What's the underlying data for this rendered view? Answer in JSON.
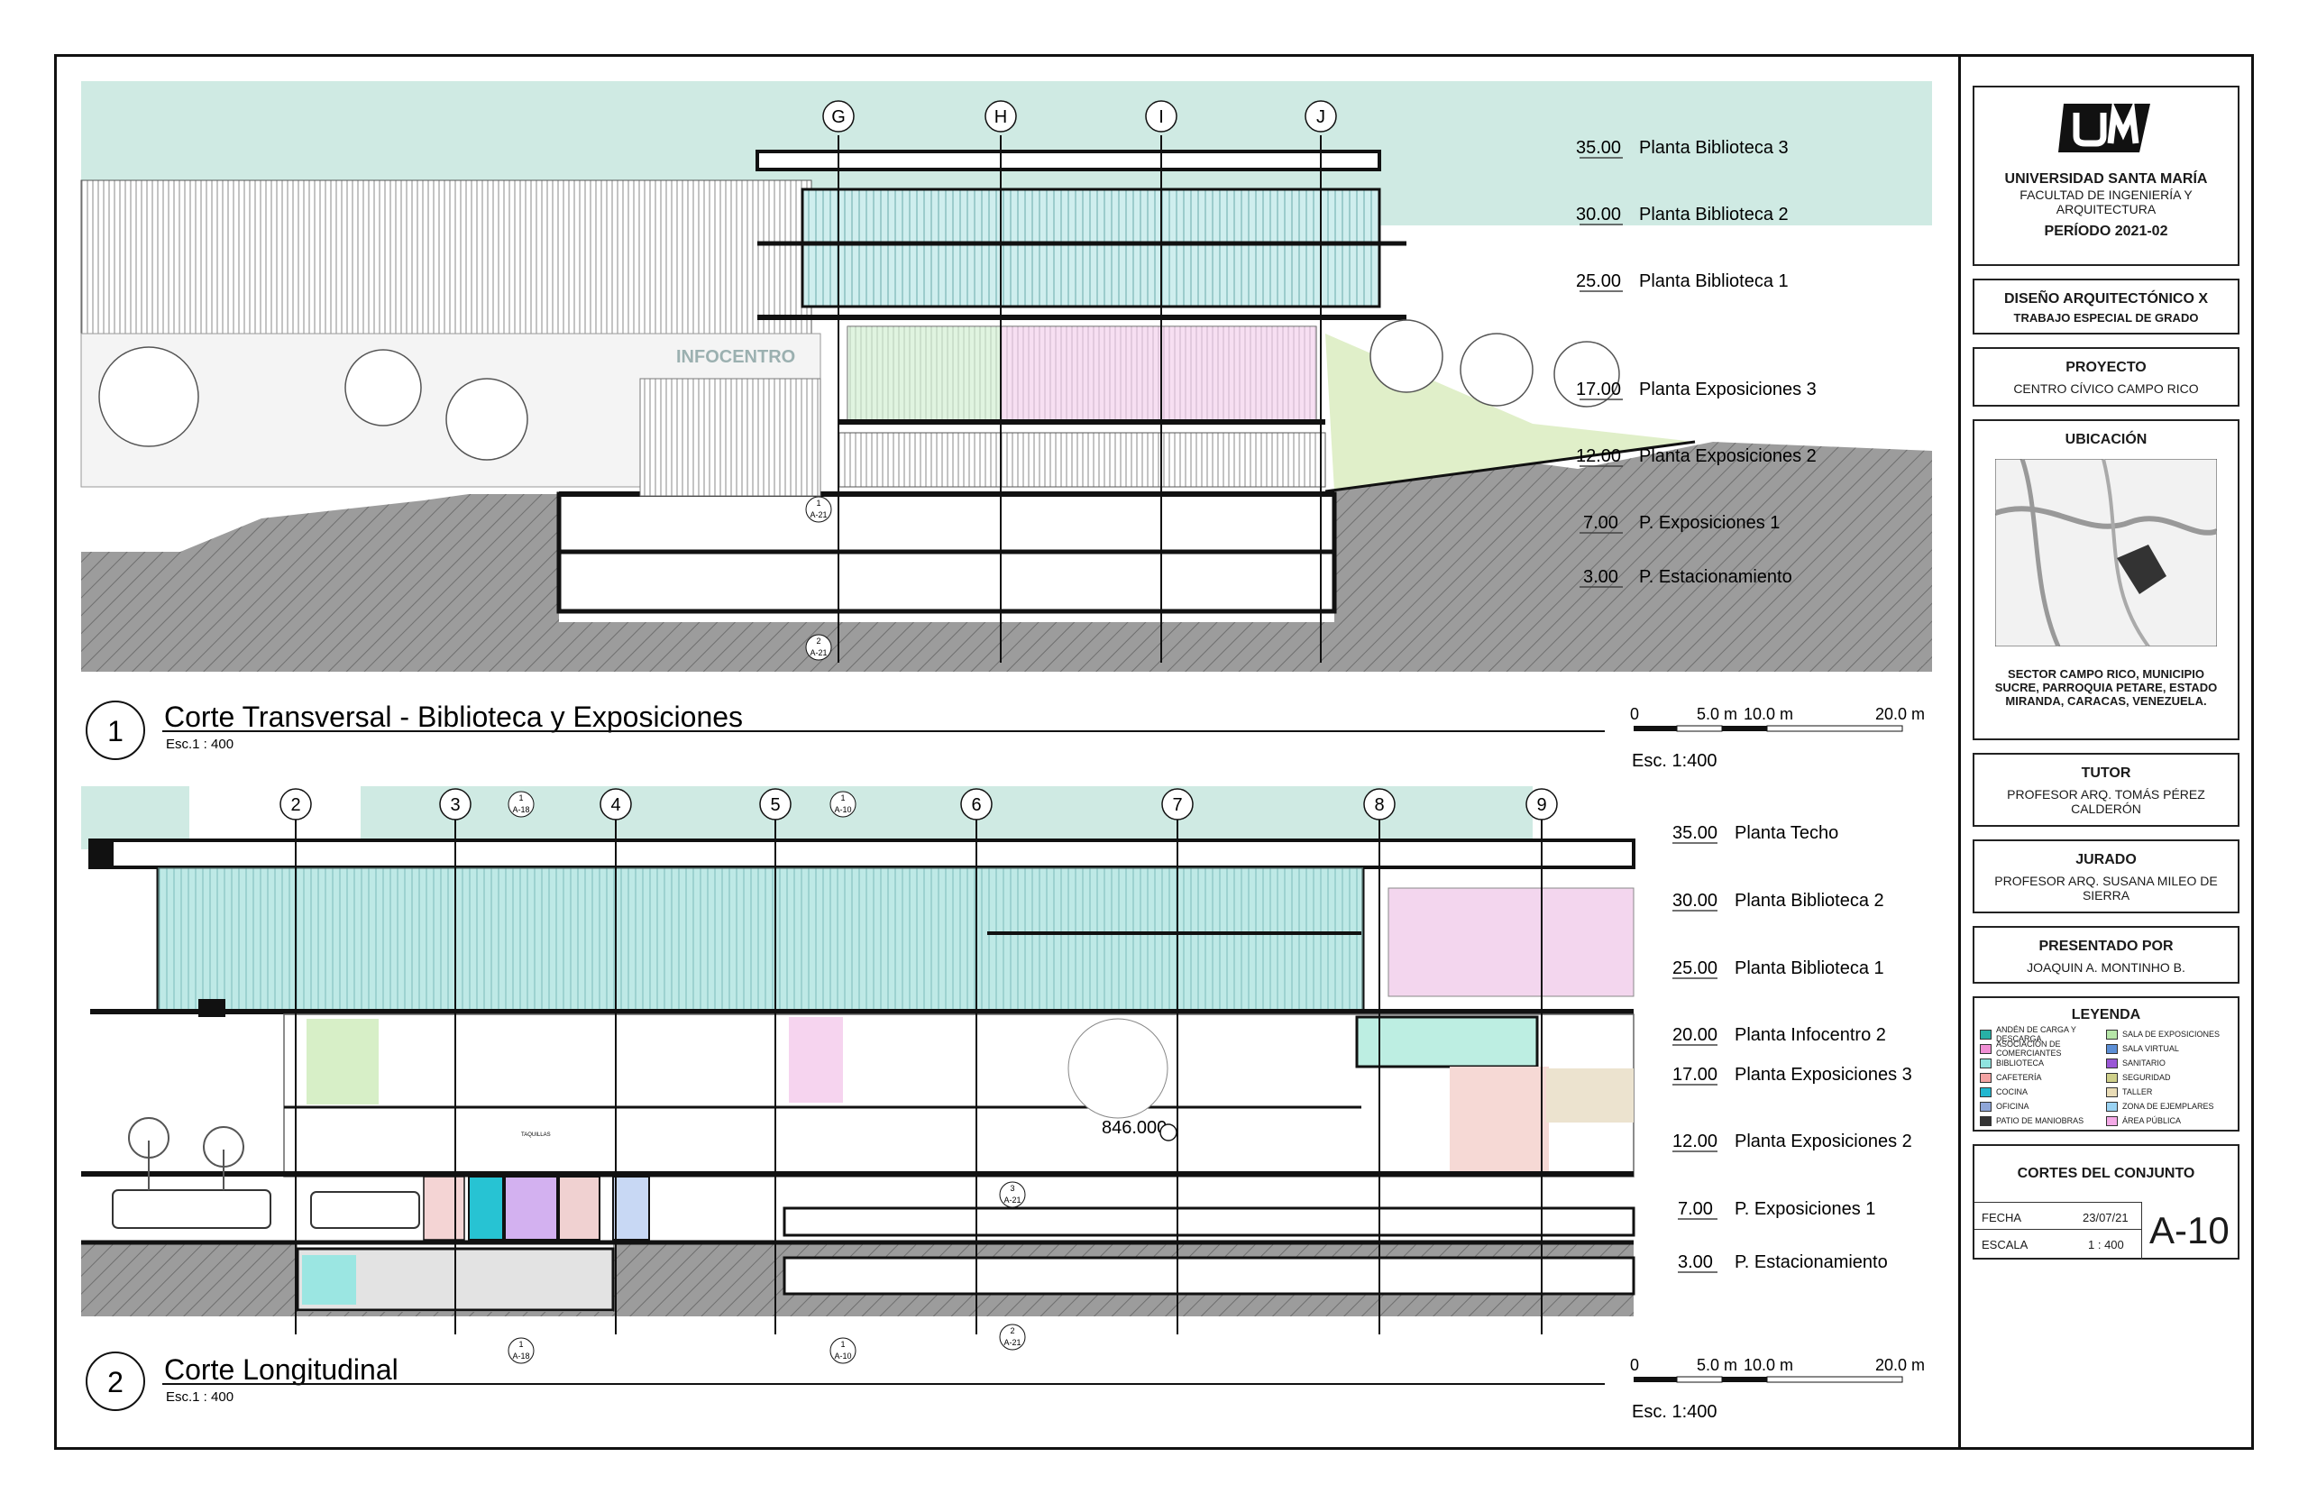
{
  "section1": {
    "number": "1",
    "title": "Corte Transversal - Biblioteca y Exposiciones",
    "scale": "Esc.1 : 400",
    "building_label": "INFOCENTRO",
    "axes": [
      "G",
      "H",
      "I",
      "J"
    ],
    "levels": [
      {
        "value": "35.00",
        "name": "Planta Biblioteca 3"
      },
      {
        "value": "30.00",
        "name": "Planta Biblioteca 2"
      },
      {
        "value": "25.00",
        "name": "Planta Biblioteca 1"
      },
      {
        "value": "17.00",
        "name": "Planta Exposiciones 3"
      },
      {
        "value": "12.00",
        "name": "Planta Exposiciones 2"
      },
      {
        "value": "7.00",
        "name": "P. Exposiciones 1"
      },
      {
        "value": "3.00",
        "name": "P. Estacionamiento"
      }
    ],
    "scale_bar": {
      "ticks": [
        "0",
        "5.0 m",
        "10.0 m",
        "20.0 m"
      ],
      "caption": "Esc. 1:400"
    },
    "refs": [
      {
        "n": "1",
        "sheet": "A-21"
      },
      {
        "n": "2",
        "sheet": "A-21"
      }
    ]
  },
  "section2": {
    "number": "2",
    "title": "Corte Longitudinal",
    "scale": "Esc.1 : 400",
    "axes": [
      "2",
      "3",
      "4",
      "5",
      "6",
      "7",
      "8",
      "9"
    ],
    "spot_elevation": "846.000",
    "sign_label": "TAQUILLAS",
    "levels": [
      {
        "value": "35.00",
        "name": "Planta Techo"
      },
      {
        "value": "30.00",
        "name": "Planta Biblioteca 2"
      },
      {
        "value": "25.00",
        "name": "Planta Biblioteca 1"
      },
      {
        "value": "20.00",
        "name": "Planta Infocentro 2"
      },
      {
        "value": "17.00",
        "name": "Planta Exposiciones 3"
      },
      {
        "value": "12.00",
        "name": "Planta Exposiciones 2"
      },
      {
        "value": "7.00",
        "name": "P. Exposiciones 1"
      },
      {
        "value": "3.00",
        "name": "P. Estacionamiento"
      }
    ],
    "scale_bar": {
      "ticks": [
        "0",
        "5.0 m",
        "10.0 m",
        "20.0 m"
      ],
      "caption": "Esc. 1:400"
    },
    "refs": [
      {
        "n": "1",
        "sheet": "A-18"
      },
      {
        "n": "1",
        "sheet": "A-10"
      },
      {
        "n": "3",
        "sheet": "A-21"
      },
      {
        "n": "2",
        "sheet": "A-21"
      }
    ]
  },
  "titleblock": {
    "university": "UNIVERSIDAD SANTA MARÍA",
    "faculty": "FACULTAD DE INGENIERÍA Y ARQUITECTURA",
    "period": "PERÍODO 2021-02",
    "course": "DISEÑO ARQUITECTÓNICO X",
    "course_sub": "TRABAJO ESPECIAL DE GRADO",
    "project_label": "PROYECTO",
    "project": "CENTRO CÍVICO CAMPO RICO",
    "location_label": "UBICACIÓN",
    "location": "SECTOR CAMPO RICO, MUNICIPIO SUCRE, PARROQUIA PETARE, ESTADO MIRANDA, CARACAS, VENEZUELA.",
    "tutor_label": "TUTOR",
    "tutor": "PROFESOR ARQ. TOMÁS PÉREZ CALDERÓN",
    "jury_label": "JURADO",
    "jury": "PROFESOR ARQ. SUSANA MILEO DE SIERRA",
    "presented_label": "PRESENTADO POR",
    "presented": "JOAQUIN A. MONTINHO B.",
    "legend_label": "LEYENDA",
    "legend": [
      {
        "label": "ANDÉN DE CARGA Y DESCARGA",
        "color": "#27b1a6"
      },
      {
        "label": "SALA DE EXPOSICIONES",
        "color": "#b6e6a8"
      },
      {
        "label": "ASOCIACIÓN DE COMERCIANTES",
        "color": "#f08fd4"
      },
      {
        "label": "SALA VIRTUAL",
        "color": "#5c8fd6"
      },
      {
        "label": "BIBLIOTECA",
        "color": "#8fe3df"
      },
      {
        "label": "SANITARIO",
        "color": "#9a57d6"
      },
      {
        "label": "CAFETERÍA",
        "color": "#f3a3a3"
      },
      {
        "label": "SEGURIDAD",
        "color": "#cfd08a"
      },
      {
        "label": "COCINA",
        "color": "#22b7d0"
      },
      {
        "label": "TALLER",
        "color": "#e9dcb6"
      },
      {
        "label": "OFICINA",
        "color": "#8fa6d8"
      },
      {
        "label": "ZONA DE EJEMPLARES",
        "color": "#9ad3f3"
      },
      {
        "label": "PATIO DE MANIOBRAS",
        "color": "#333333"
      },
      {
        "label": "ÁREA PÚBLICA",
        "color": "#f3a9e6"
      }
    ],
    "sheet_title": "CORTES DEL CONJUNTO",
    "date_label": "FECHA",
    "date": "23/07/21",
    "scale_label": "ESCALA",
    "scale": "1 : 400",
    "sheet_number": "A-10"
  }
}
